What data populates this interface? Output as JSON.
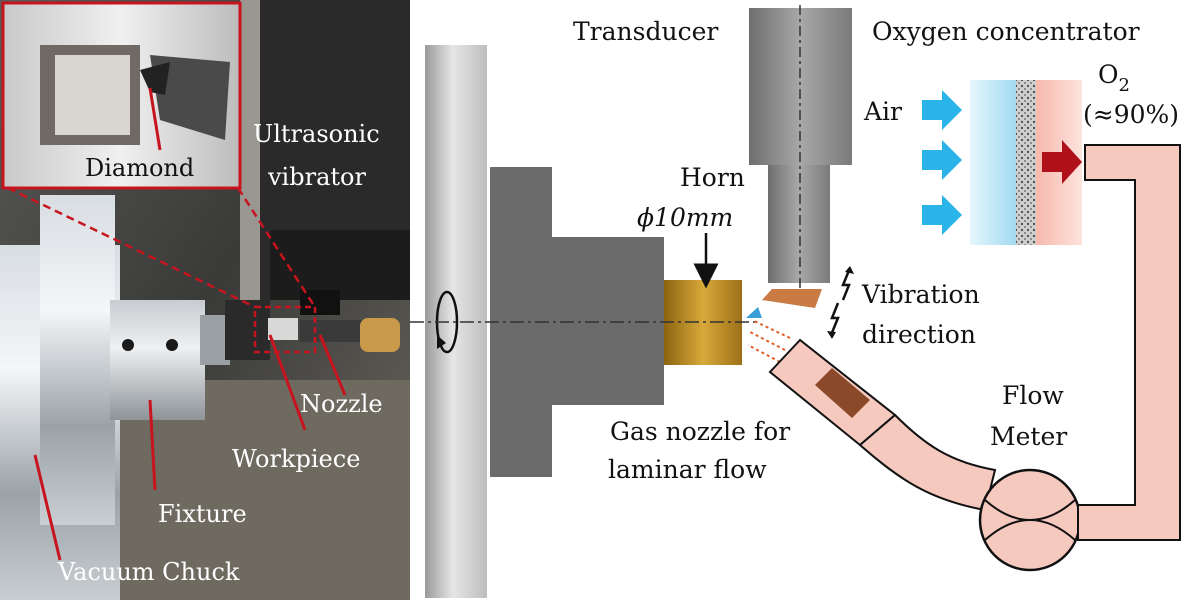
{
  "photo": {
    "labels": {
      "diamond": "Diamond",
      "ultrasonic_line1": "Ultrasonic",
      "ultrasonic_line2": "vibrator",
      "nozzle": "Nozzle",
      "workpiece": "Workpiece",
      "fixture": "Fixture",
      "vacuum_chuck": "Vacuum Chuck"
    }
  },
  "schematic": {
    "labels": {
      "transducer": "Transducer",
      "oxygen_concentrator": "Oxygen concentrator",
      "air": "Air",
      "o2": "O",
      "o2_sub": "2",
      "o2_purity": "(≈90%)",
      "horn": "Horn",
      "horn_dia": "ϕ10mm",
      "vibration_line1": "Vibration",
      "vibration_line2": "direction",
      "gas_nozzle_line1": "Gas nozzle for",
      "gas_nozzle_line2": "laminar flow",
      "flow_meter_line1": "Flow",
      "flow_meter_line2": "Meter"
    }
  },
  "colors": {
    "leader_red": "#c8141e",
    "air_arrow": "#2ab4ea",
    "o2_arrow": "#b0101a",
    "tube_fill": "#f6c9bf",
    "horn_gold": "#b88a20",
    "gray_dark": "#6b6b6b",
    "gray_mid": "#8a8a8a"
  }
}
